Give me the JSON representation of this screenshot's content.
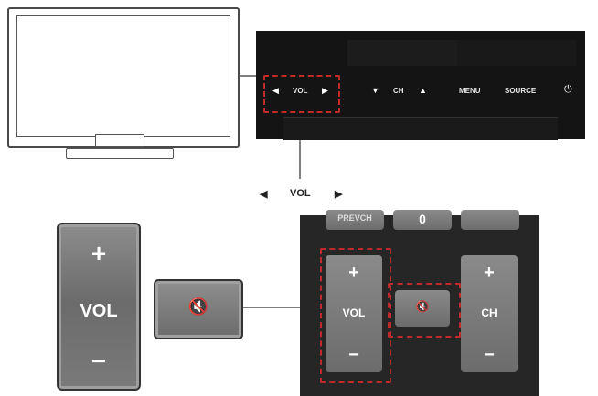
{
  "tv_panel": {
    "vol_label": "VOL",
    "ch_label": "CH",
    "menu_label": "MENU",
    "source_label": "SOURCE",
    "left_arrow": "◀",
    "right_arrow": "▶",
    "down_arrow": "▼",
    "up_arrow": "▲",
    "power_symbol": "⏻"
  },
  "vol_row": {
    "left_arrow": "◀",
    "label": "VOL",
    "right_arrow": "▶"
  },
  "large_rocker": {
    "plus": "+",
    "label": "VOL",
    "minus": "−"
  },
  "mute": {
    "glyph": "🔇"
  },
  "remote": {
    "top_button_partial": "PREVCH",
    "top_button_mid": "0",
    "vol_plus": "+",
    "vol_label": "VOL",
    "vol_minus": "−",
    "ch_plus": "+",
    "ch_label": "CH",
    "ch_minus": "−",
    "mute_glyph": "🔇"
  },
  "colors": {
    "highlight_dash": "#c02a2a",
    "panel_bg": "#141414",
    "remote_bg": "#262626",
    "button_gray": "#7a7a7a"
  }
}
